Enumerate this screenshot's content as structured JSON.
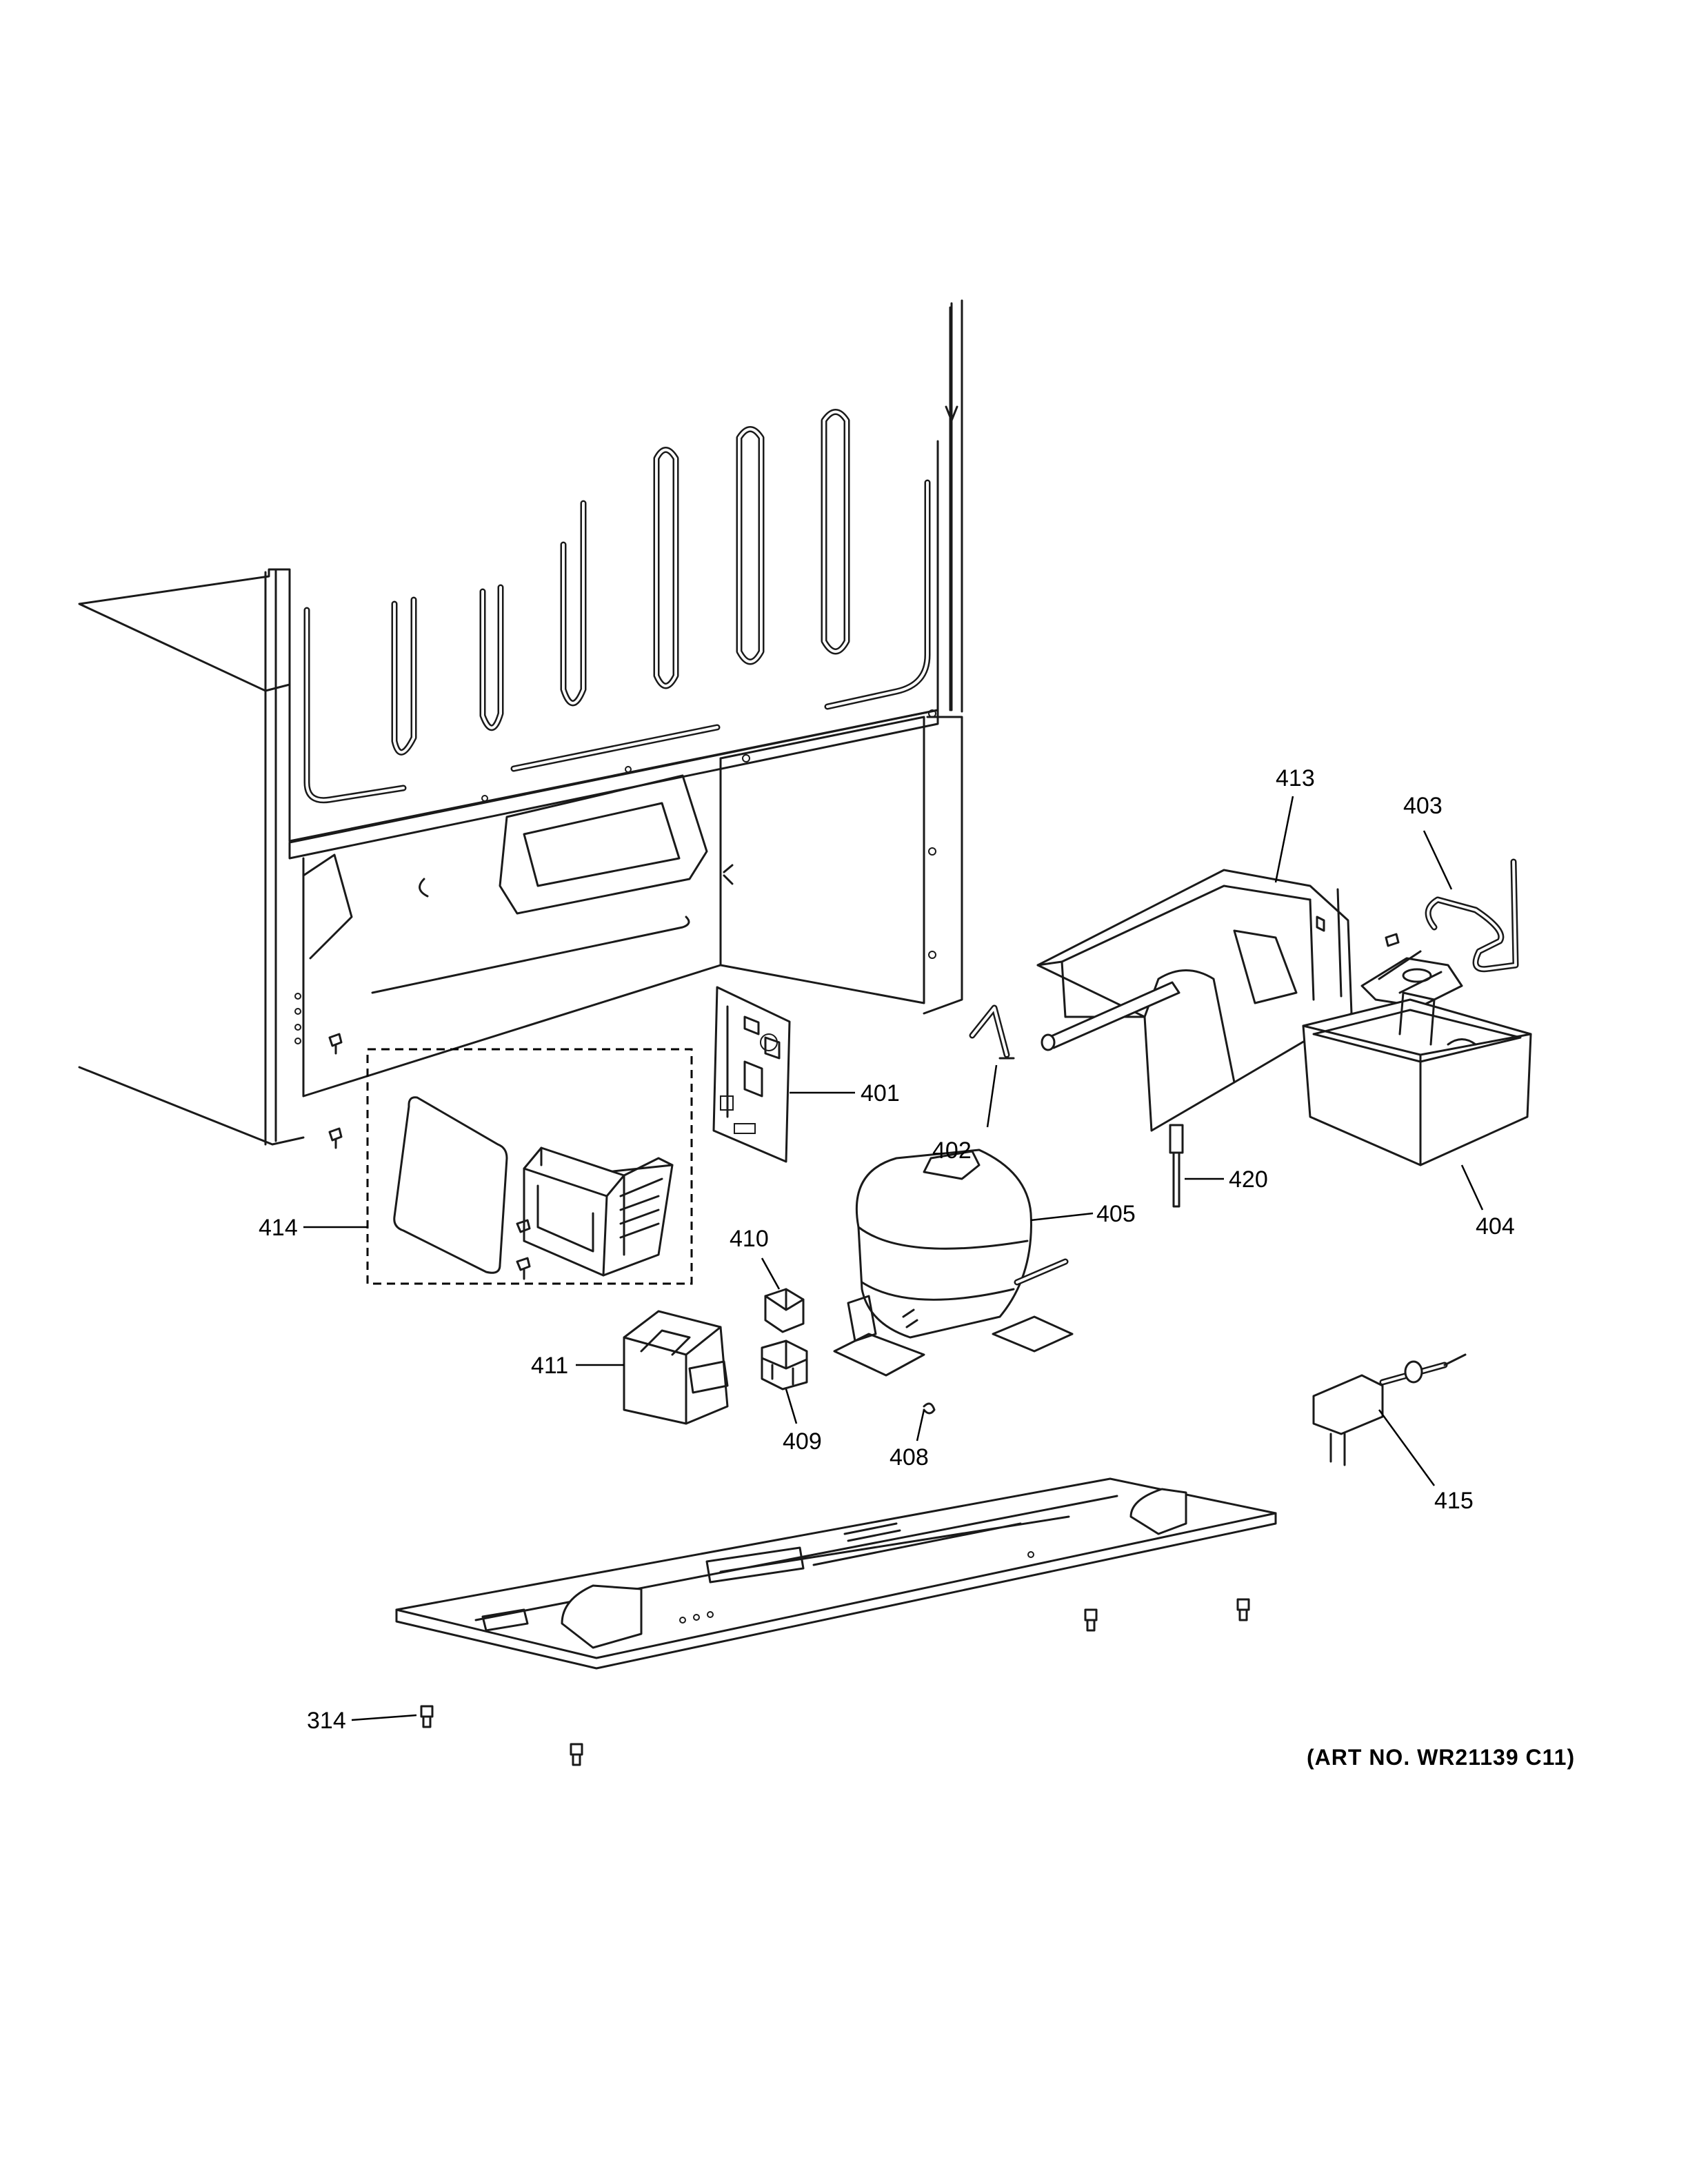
{
  "callouts": {
    "c401": "401",
    "c402": "402",
    "c403": "403",
    "c404": "404",
    "c405": "405",
    "c408": "408",
    "c409": "409",
    "c410": "410",
    "c411": "411",
    "c413": "413",
    "c414": "414",
    "c415": "415",
    "c420": "420",
    "c314": "314"
  },
  "art_number": "(ART NO. WR21139 C11)"
}
